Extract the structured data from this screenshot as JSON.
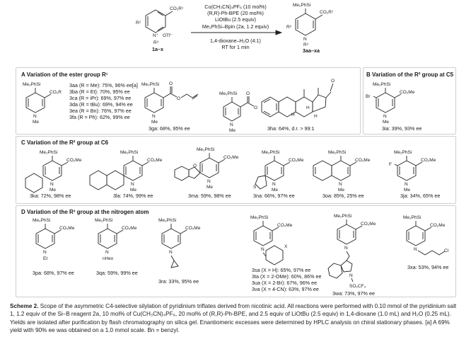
{
  "scheme": {
    "reactant_label": "1a–x",
    "product_label": "3aa–xa",
    "reactant_substituents": {
      "ester": "CO₂R¹",
      "r2": "R²",
      "r3": "R³",
      "anion": "OTf⁻",
      "n": "N⁺"
    },
    "product_substituents": {
      "silyl": "Me₂PhSi",
      "ester": "CO₂R¹",
      "r2": "R²",
      "r3": "R³",
      "n": "N"
    },
    "conditions": [
      "Cu(CH₃CN)₄PF₆ (10 mol%)",
      "(R,R)-Ph-BPE (20 mol%)",
      "LiOtBu (2.5 equiv)",
      "Me₂PhSi–Bpin (2a, 1.2 equiv)",
      "1,4-dioxane–H₂O (4:1)",
      "RT for 1 min"
    ]
  },
  "sections": {
    "a": {
      "title": "A Variation of the ester group R¹",
      "list": [
        "3aa (R = Me): 75%, 96% ee[a]",
        "3ba (R = Et): 70%, 95% ee",
        "3ca (R = iPr): 69%, 97% ee",
        "3da (R = tBu): 69%, 94% ee",
        "3ea (R = Bn): 76%, 97% ee",
        "3fa (R = Ph): 62%, 99% ee"
      ],
      "ga": "3ga: 68%, 95% ee",
      "ha": "3ha: 64%, d.r. > 99:1"
    },
    "b": {
      "title": "B Variation of the R² group at C5",
      "ia": "3ia: 39%, 93% ee"
    },
    "c": {
      "title": "C Variation of the R² group at C6",
      "items": [
        "3ka: 72%, 98% ee",
        "3la: 74%, 99% ee",
        "3ma: 59%, 98% ee",
        "3na: 66%, 97% ee",
        "3oa: 85%, 25% ee",
        "3ja: 34%, 65% ee"
      ]
    },
    "d": {
      "title": "D Variation of the R³ group at the nitrogen atom",
      "items": [
        "3pa: 68%, 97% ee",
        "3qa: 59%, 99% ee",
        "3ra: 33%, 95% ee",
        "3wa: 73%, 97% ee",
        "3xa: 53%, 94% ee"
      ],
      "benzyl_list": [
        "3sa (X = H): 65%, 97% ee",
        "3ta (X = 2-OMe): 60%, 86% ee",
        "3ua (X = 2-Br): 67%, 96% ee",
        "3va (X = 4-CN): 63%, 97% ee"
      ]
    }
  },
  "atoms": {
    "silyl": "Me₂PhSi",
    "co2me": "CO₂Me",
    "co2r": "CO₂R",
    "n": "N",
    "me": "Me",
    "et": "Et",
    "nhex": "nHex",
    "br": "Br",
    "f": "F",
    "o": "O",
    "s": "S",
    "cl": "Cl",
    "x": "X",
    "so2cf3": "SO₂CF₃",
    "h": "H"
  },
  "caption": {
    "lead": "Scheme 2.",
    "text": " Scope of the asymmetric C4-selective silylation of pyridinium triflates derived from nicotinic acid. All reactions were performed with 0.10 mmol of the pyridinium salt 1, 1.2 equiv of the Si–B reagent 2a, 10 mol% of Cu(CH₃CN)₄PF₆, 20 mol% of (R,R)-Ph-BPE, and 2.5 equiv of LiOtBu (2.5 equiv) in 1,4-dioxane (1.0 mL) and H₂O (0.25 mL). Yields are isolated after purification by flash chromatography on silica gel. Enantiomeric excesses were determined by HPLC analysis on chiral stationary phases. [a] A 69% yield with 90% ee was obtained on a 1.0 mmol scale. Bn = benzyl."
  }
}
